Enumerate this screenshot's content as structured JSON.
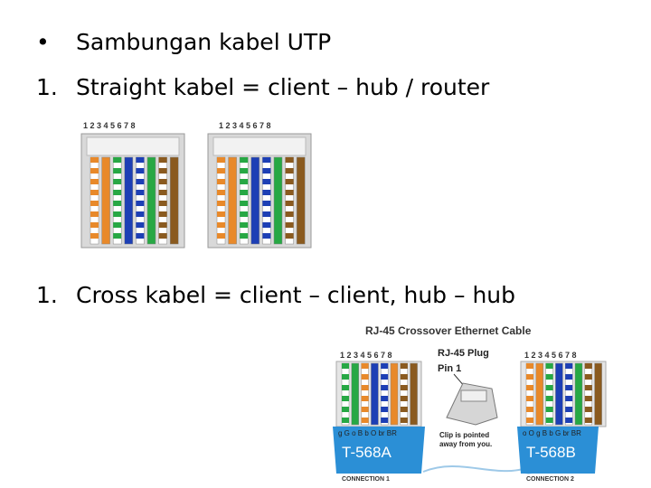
{
  "bullets": [
    {
      "marker": "•",
      "text": "Sambungan kabel UTP"
    },
    {
      "marker": "1.",
      "text": "Straight kabel = client – hub / router"
    },
    {
      "marker": "1.",
      "text": "Cross kabel = client – client, hub – hub"
    }
  ],
  "straight": {
    "pin_numbers": "1 2 3 4 5 6 7 8",
    "wires_left": [
      "#e8892a",
      "#e8892a",
      "#27a844",
      "#1d3fb5",
      "#1d3fb5",
      "#27a844",
      "#8a5a1f",
      "#8a5a1f"
    ],
    "wires_right": [
      "#e8892a",
      "#e8892a",
      "#27a844",
      "#1d3fb5",
      "#1d3fb5",
      "#27a844",
      "#8a5a1f",
      "#8a5a1f"
    ]
  },
  "crossover": {
    "title": "RJ-45 Crossover Ethernet Cable",
    "plug_label": "RJ-45 Plug",
    "pin1_label": "Pin 1",
    "clip_note_line1": "Clip is pointed",
    "clip_note_line2": "away from you.",
    "left": {
      "pin_numbers": "1 2 3 4 5 6 7 8",
      "codes": "g G o B b O br BR",
      "standard": "T-568A",
      "connection": "CONNECTION 1",
      "wires": [
        "#27a844",
        "#27a844",
        "#e8892a",
        "#1d3fb5",
        "#1d3fb5",
        "#e8892a",
        "#8a5a1f",
        "#8a5a1f"
      ]
    },
    "right": {
      "pin_numbers": "1 2 3 4 5 6 7 8",
      "codes": "o O g B b G br BR",
      "standard": "T-568B",
      "connection": "CONNECTION 2",
      "wires": [
        "#e8892a",
        "#e8892a",
        "#27a844",
        "#1d3fb5",
        "#1d3fb5",
        "#27a844",
        "#8a5a1f",
        "#8a5a1f"
      ]
    },
    "colors": {
      "connector_blue": "#2b8fd6",
      "cable_blue": "#9ec9e8"
    }
  }
}
